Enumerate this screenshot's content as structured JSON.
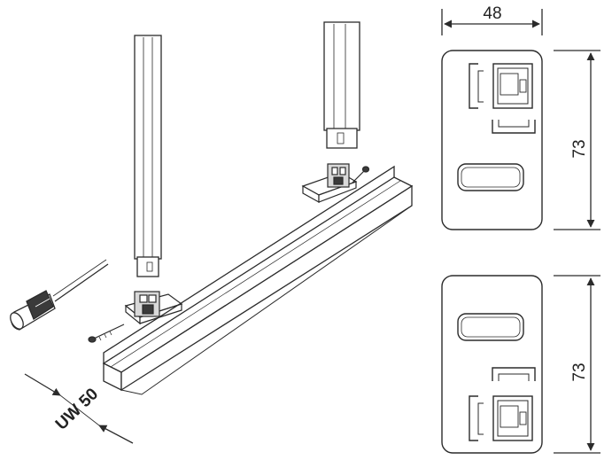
{
  "dimensions": {
    "plate_width": "48",
    "top_plate_height": "73",
    "bottom_plate_height": "73"
  },
  "profile_label": "UW 50",
  "colors": {
    "line": "#2b2b2b",
    "fill": "#ffffff",
    "shade": "#d9d9d9",
    "dark": "#3a3a3a"
  }
}
